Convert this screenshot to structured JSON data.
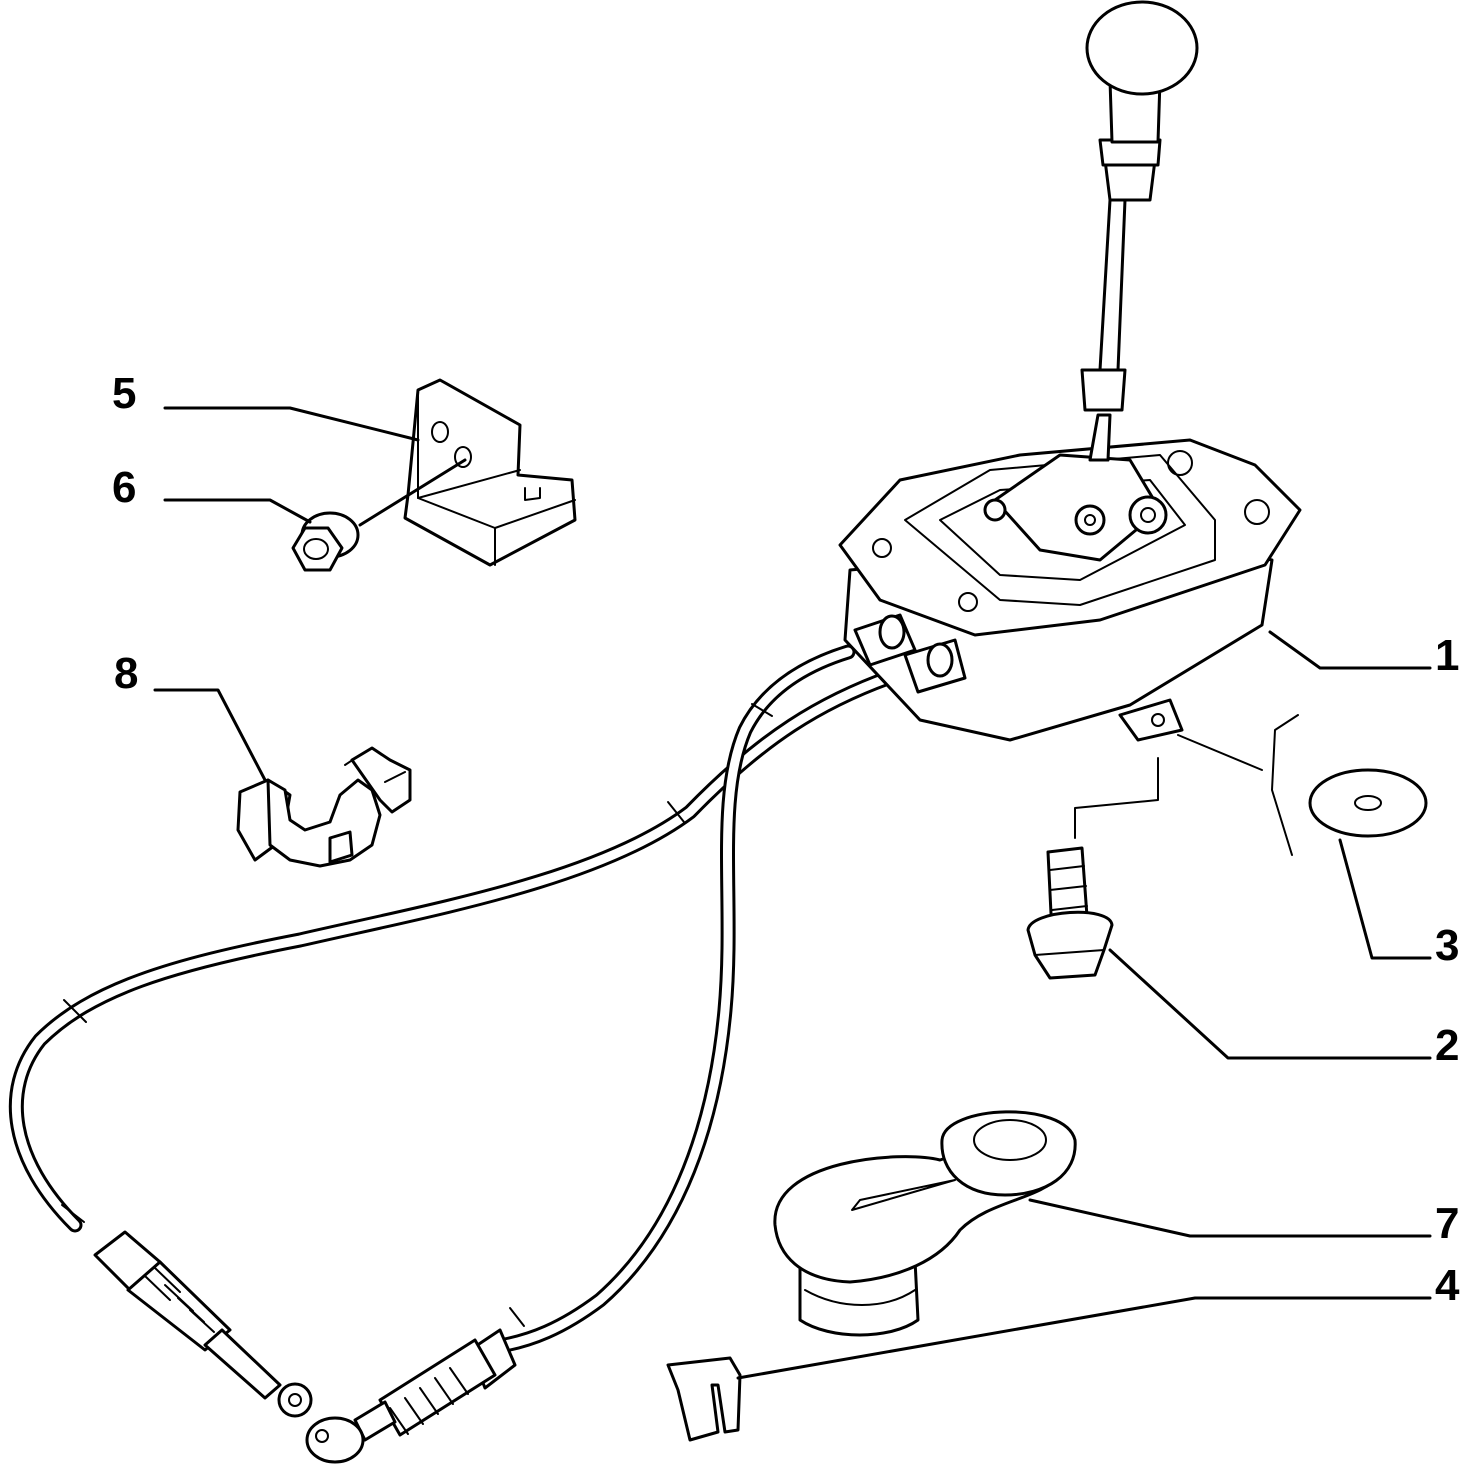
{
  "diagram": {
    "callouts": [
      {
        "id": "1",
        "label": "1",
        "part": "gear-shift-lever-assembly"
      },
      {
        "id": "2",
        "label": "2",
        "part": "flanged-bolt"
      },
      {
        "id": "3",
        "label": "3",
        "part": "washer"
      },
      {
        "id": "4",
        "label": "4",
        "part": "retaining-clip"
      },
      {
        "id": "5",
        "label": "5",
        "part": "cable-bracket"
      },
      {
        "id": "6",
        "label": "6",
        "part": "flanged-nut"
      },
      {
        "id": "7",
        "label": "7",
        "part": "cable-end-lever"
      },
      {
        "id": "8",
        "label": "8",
        "part": "cable-clamp"
      }
    ]
  }
}
